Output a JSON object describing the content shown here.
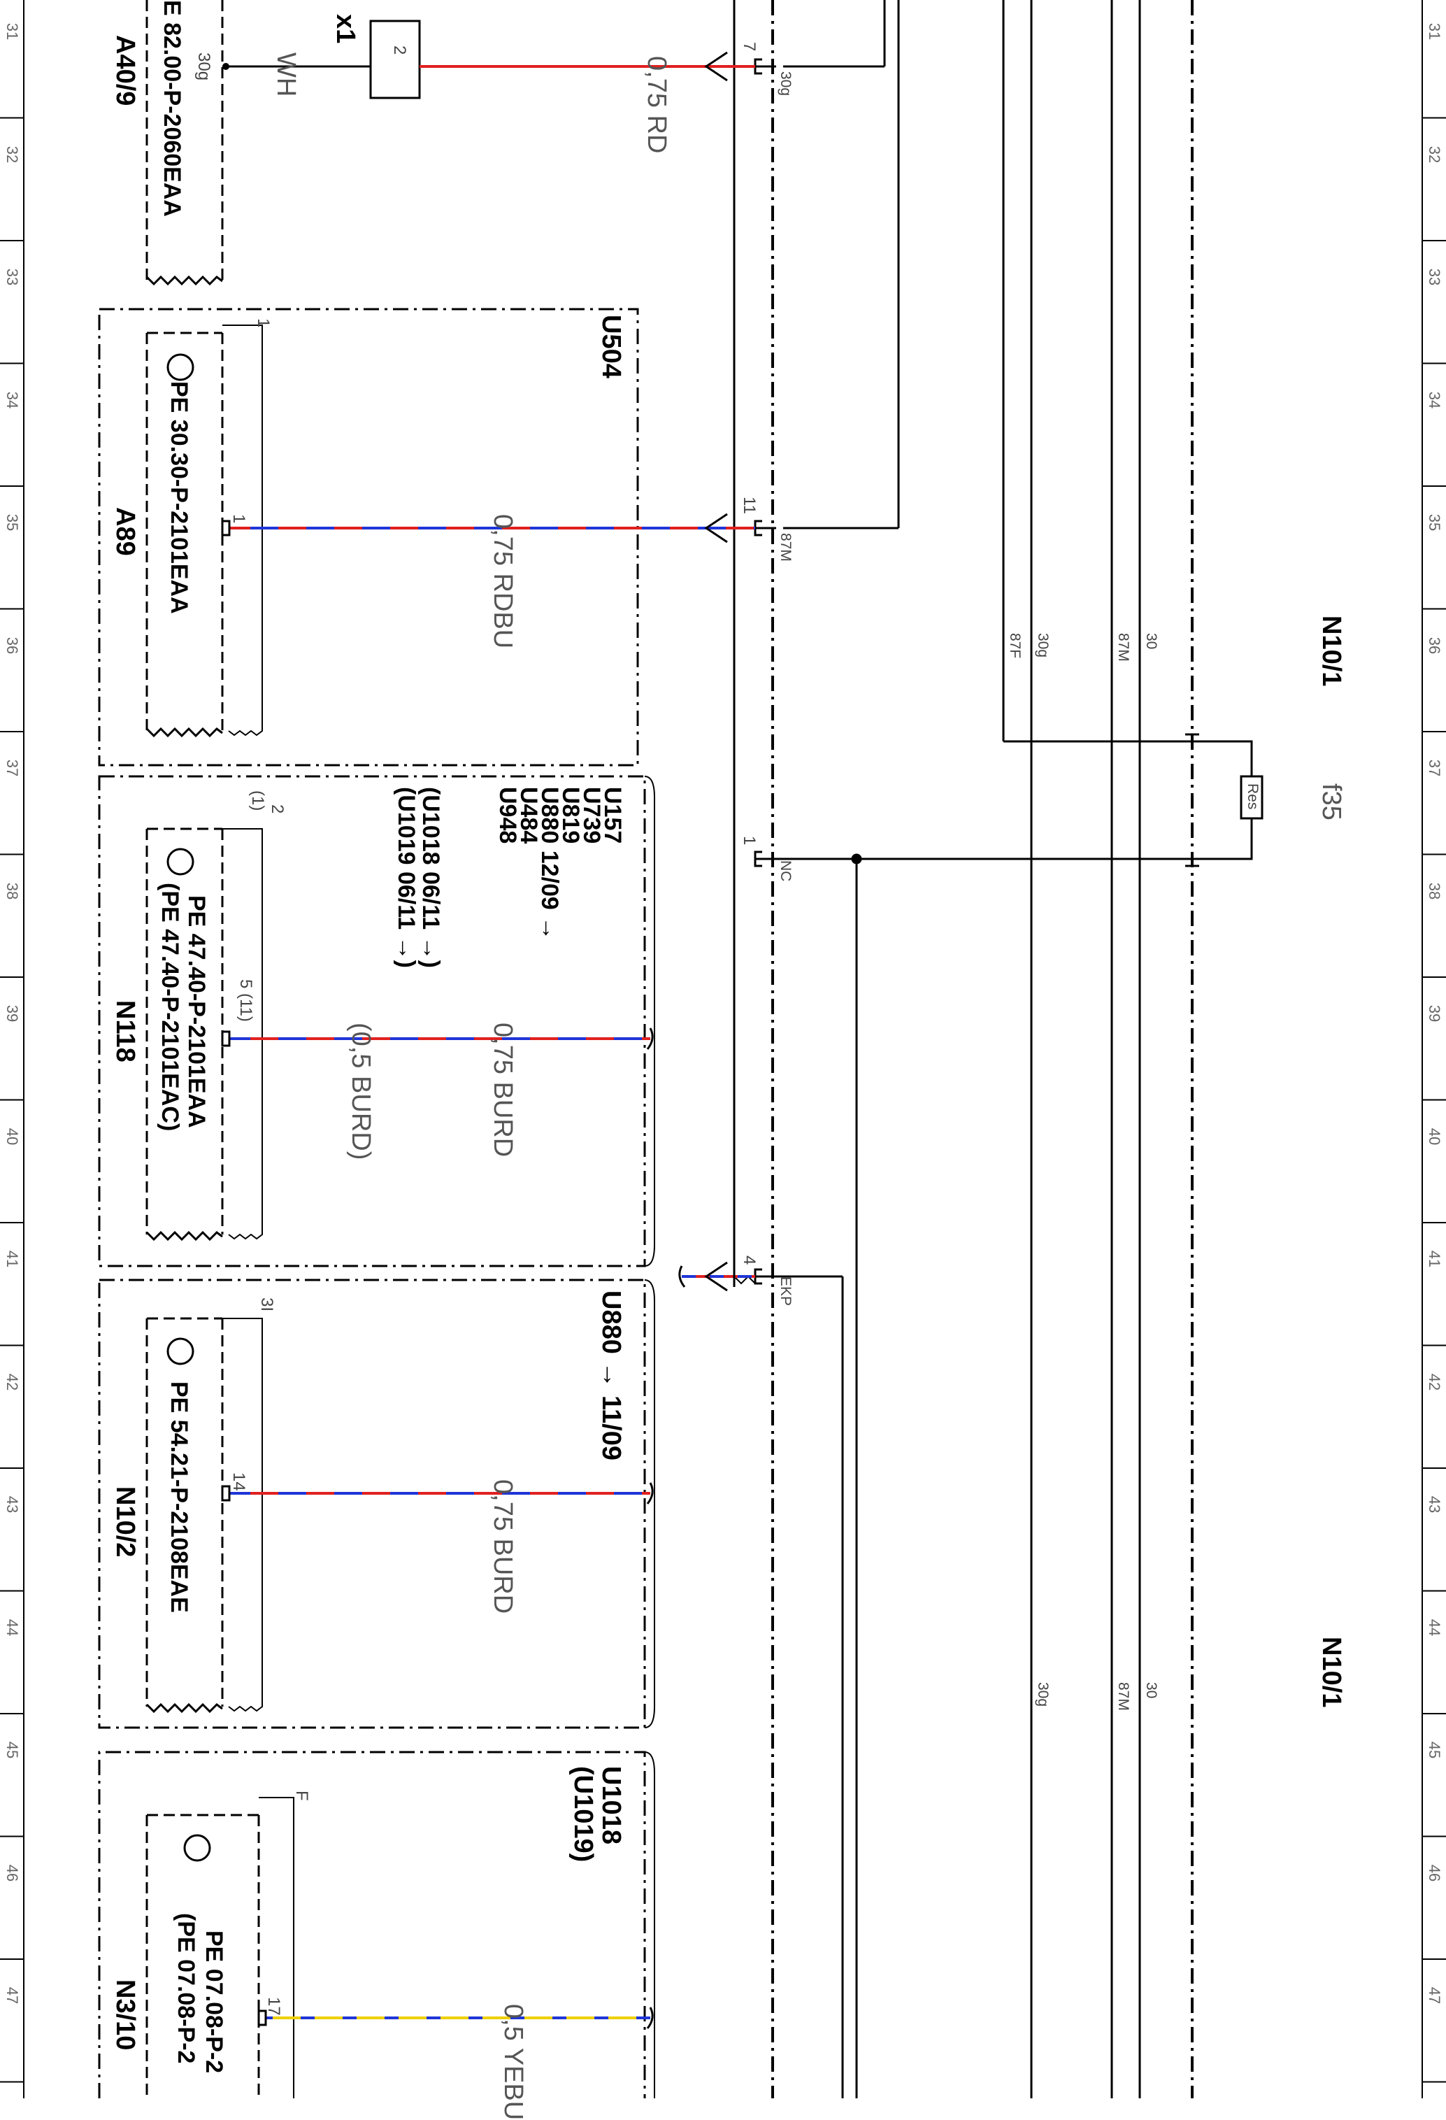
{
  "grid": {
    "left_numbers": [
      "31",
      "32",
      "33",
      "34",
      "35",
      "36",
      "37",
      "38",
      "39",
      "40",
      "41",
      "42",
      "43",
      "44",
      "45",
      "46",
      "47"
    ],
    "right_numbers": [
      "31",
      "32",
      "33",
      "34",
      "35",
      "36",
      "37",
      "38",
      "39",
      "40",
      "41",
      "42",
      "43",
      "44",
      "45",
      "46",
      "47"
    ]
  },
  "colors": {
    "red": "#e02020",
    "blue": "#1f35d8",
    "yellow": "#f0d000",
    "line": "#000000"
  },
  "components": {
    "a40_9": {
      "id": "A40/9",
      "doc": "E 82.00-P-2060EAA",
      "pin": "30g",
      "wire": "WH"
    },
    "x1": {
      "id": "x1",
      "pin": "2"
    },
    "u504": {
      "variant": "U504"
    },
    "a89": {
      "id": "A89",
      "doc": "PE 30.30-P-2101EAA",
      "top_pin": "1",
      "pin": "1"
    },
    "n118": {
      "id": "N118",
      "doc1": "PE 47.40-P-2101EAA",
      "doc2": "(PE 47.40-P-2101EAC)",
      "top_pin": "2",
      "top_pin_alt": "(1)",
      "pin": "5 (11)",
      "variants": [
        "U157",
        "U739",
        "U819",
        "U880 12/09 →",
        "U484",
        "U948",
        "(U1018 06/11 →)",
        "(U1019 06/11 →)"
      ]
    },
    "n10_2": {
      "id": "N10/2",
      "doc": "PE 54.21-P-2108EAE",
      "top_pin": "3I",
      "pin": "14",
      "variant": "U880 → 11/09"
    },
    "n3_10": {
      "id": "N3/10",
      "doc1": "PE 07.08-P-2",
      "doc2": "(PE 07.08-P-2",
      "top_pin": "F",
      "pin": "17",
      "variant1": "U1018",
      "variant2": "(U1019)"
    },
    "n10_1": {
      "id": "N10/1",
      "id_lower": "N10/1",
      "fuse": "f35",
      "resistor": "Res",
      "pins": [
        {
          "num": "7",
          "label": "30g"
        },
        {
          "num": "11",
          "label": "87M"
        },
        {
          "num": "1",
          "label": "NC"
        },
        {
          "num": "4",
          "label": "EKP"
        }
      ],
      "bus_upper": [
        "87F",
        "30g",
        "87M",
        "30"
      ],
      "bus_lower": [
        "30g",
        "87M",
        "30"
      ]
    }
  },
  "wires": {
    "w1": "0,75 RD",
    "w2": "0,75 RDBU",
    "w3_alt": "(0,5 BURD)",
    "w3": "0,75 BURD",
    "w4": "0,75 BURD",
    "w5": "0,5 YEBU"
  }
}
